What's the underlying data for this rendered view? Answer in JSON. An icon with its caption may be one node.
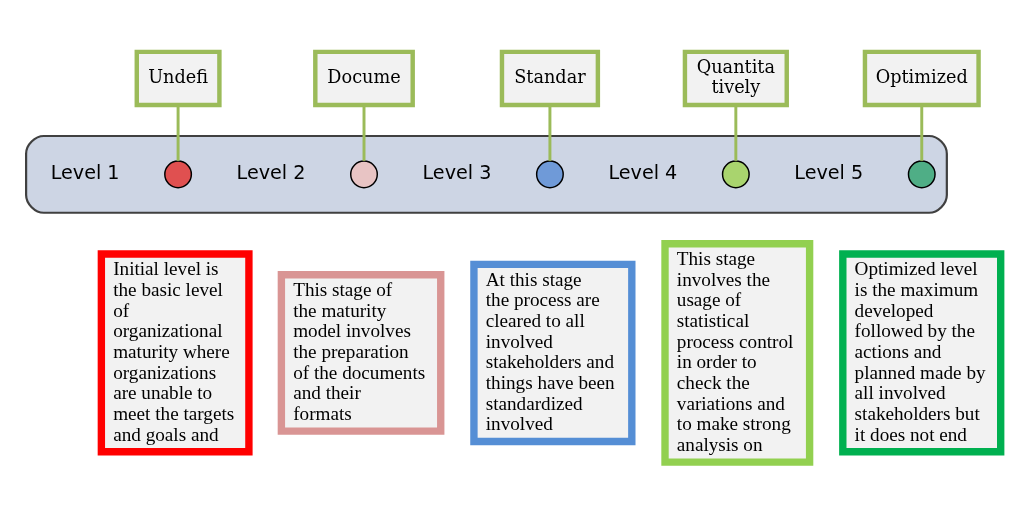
{
  "diagram": {
    "nodes": [
      {
        "text": [],
        "shape": "arrow"
      },
      {
        "text": [
          "Undefi"
        ]
      },
      {
        "text": [
          "Docume"
        ]
      },
      {
        "text": [
          "Standar"
        ]
      },
      {
        "text": [
          "Quantita tively"
        ]
      },
      {
        "text": [
          "Optimized"
        ]
      },
      {
        "text": [],
        "shape": "circle",
        "in": 0,
        "beside": [
          "Level 1"
        ]
      },
      {
        "text": [],
        "shape": "circle",
        "in": 0,
        "beside": [
          "Level 2"
        ]
      },
      {
        "text": [],
        "shape": "circle",
        "in": 0,
        "beside": [
          "Level 3"
        ]
      },
      {
        "text": [],
        "shape": "circle",
        "in": 0,
        "beside": [
          "Level 4"
        ]
      },
      {
        "text": [],
        "shape": "circle",
        "in": 0,
        "beside": [
          "Level 5"
        ]
      },
      {
        "text": [
          "Initial level is the basic level of organizational maturity where organizations are unable to meet the targets and goals and"
        ]
      },
      {
        "text": [
          "This stage of the maturity model involves the preparation of the documents and their formats"
        ]
      },
      {
        "text": [
          "At this stage the process are cleared to all involved stakeholders and things have been standardized involved"
        ]
      },
      {
        "text": [
          "This stage involves the usage of statistical process control in order to check the variations and to make strong analysis on"
        ]
      },
      {
        "text": [
          "Optimized level is the maximum developed followed by the actions and planned made by all involved stakeholders but it does not end"
        ]
      }
    ],
    "edges": [
      {
        "from": 1,
        "to": 6,
        "arrow": "none"
      },
      {
        "from": 2,
        "to": 7,
        "arrow": "none"
      },
      {
        "from": 3,
        "to": 8,
        "arrow": "none"
      },
      {
        "from": 4,
        "to": 9,
        "arrow": "none"
      },
      {
        "from": 5,
        "to": 10,
        "arrow": "none"
      }
    ]
  }
}
